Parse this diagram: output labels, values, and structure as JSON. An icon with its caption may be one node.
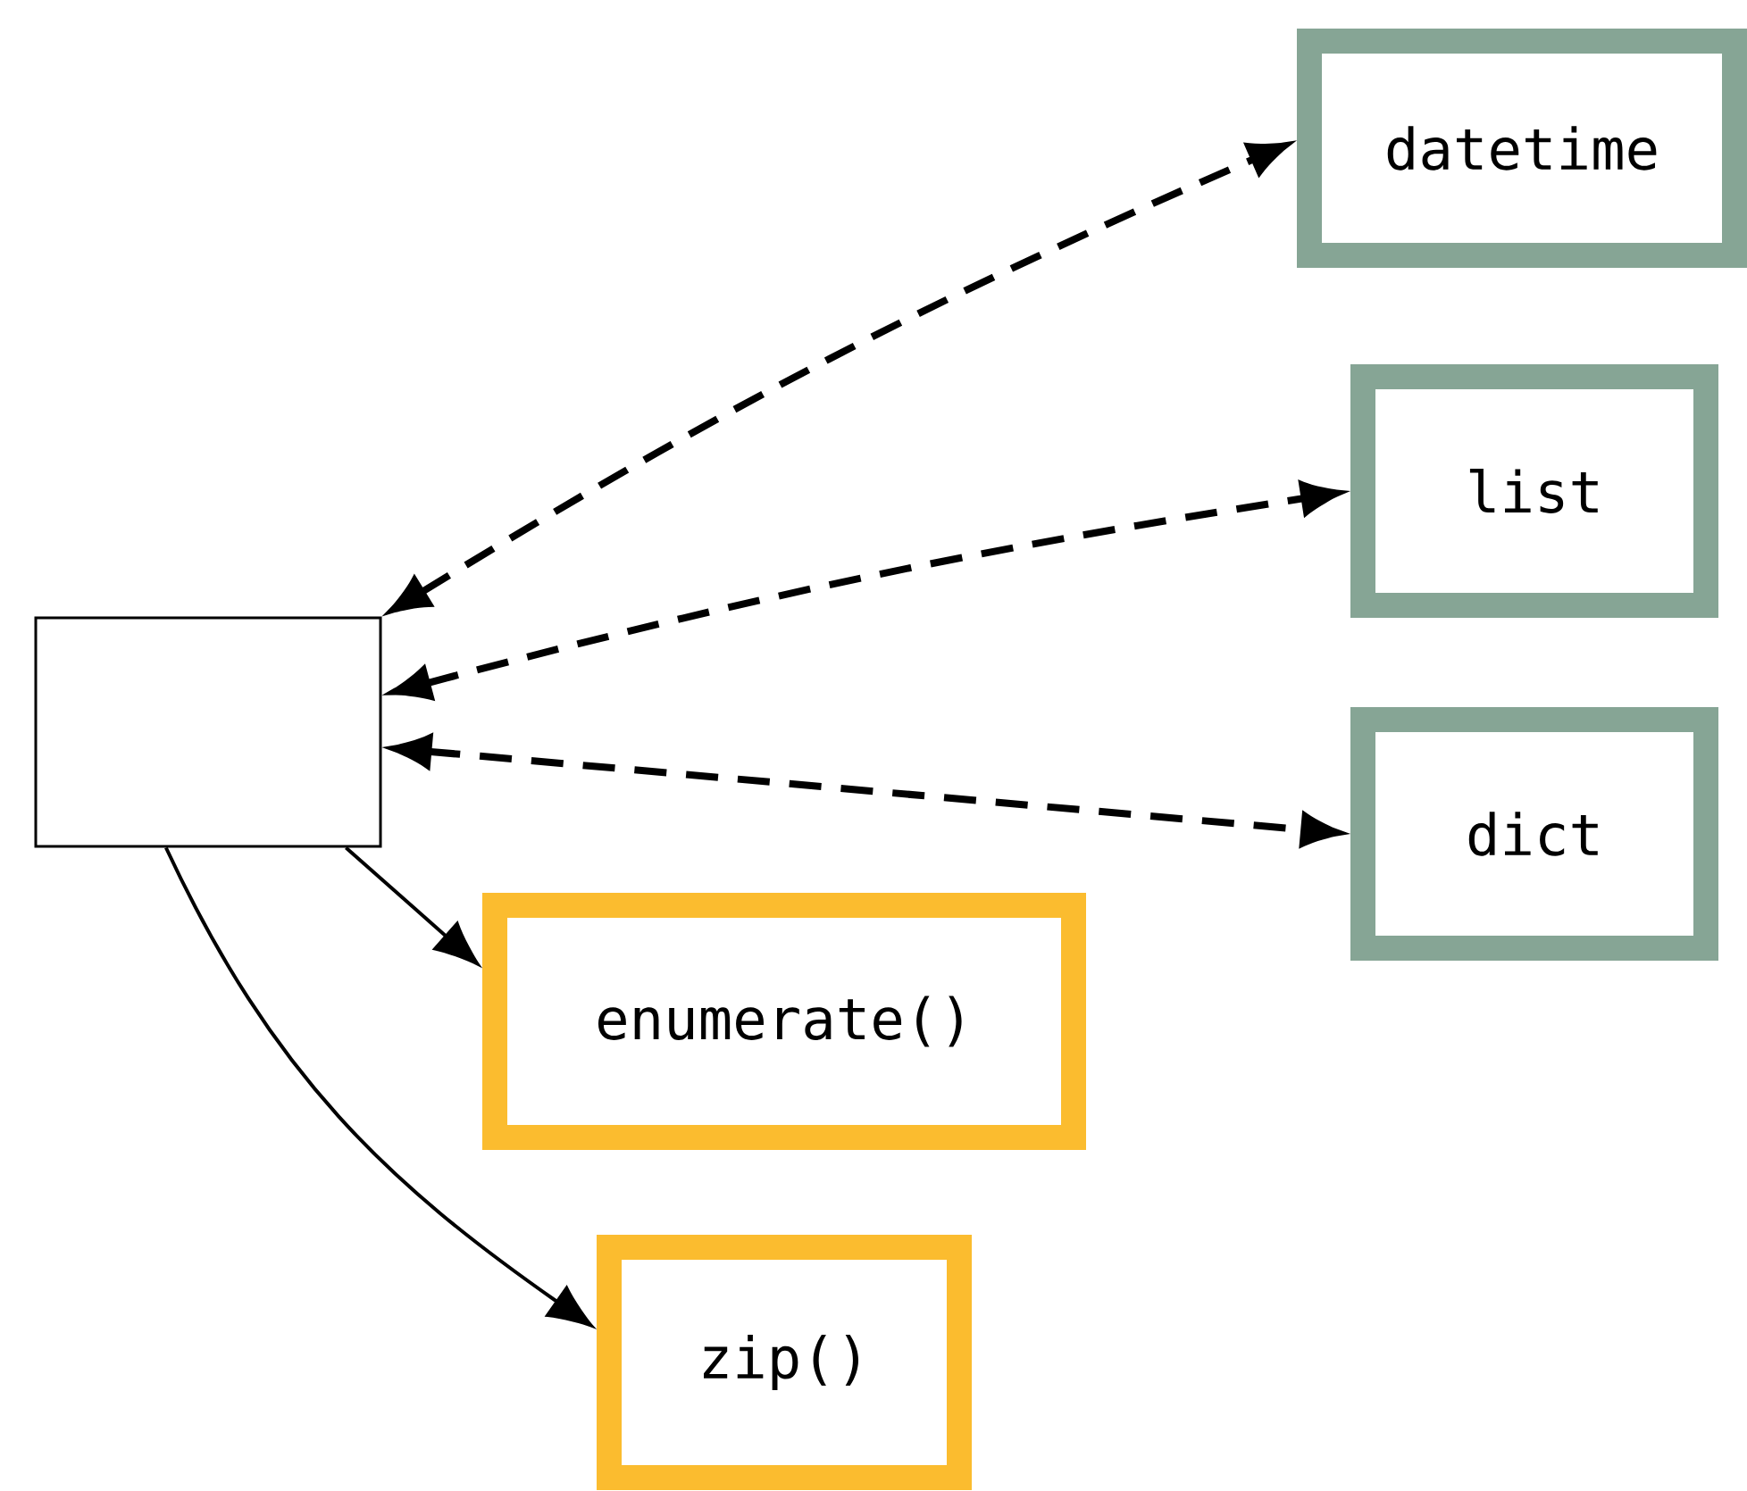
{
  "diagram": {
    "nodes": [
      {
        "text": [],
        "shape": "box"
      },
      {
        "text": [
          "datetime"
        ]
      },
      {
        "text": [
          "list"
        ]
      },
      {
        "text": [
          "dict"
        ]
      },
      {
        "text": [
          "enumerate()"
        ]
      },
      {
        "text": [
          "zip()"
        ]
      }
    ],
    "edges": [
      {
        "from": 0,
        "to": 1,
        "arrow": "both",
        "style": "dashed"
      },
      {
        "from": 0,
        "to": 2,
        "arrow": "both",
        "style": "dashed"
      },
      {
        "from": 0,
        "to": 3,
        "arrow": "both",
        "style": "dashed"
      },
      {
        "from": 0,
        "to": 4,
        "arrow": "to"
      },
      {
        "from": 0,
        "to": 5,
        "arrow": "to"
      }
    ]
  }
}
